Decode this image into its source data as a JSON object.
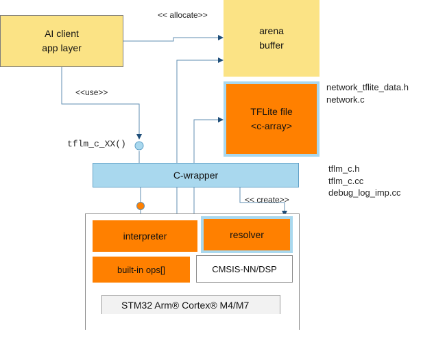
{
  "client": {
    "line1": "AI client",
    "line2": "app layer"
  },
  "arena": {
    "line1": "arena",
    "line2": "buffer"
  },
  "tflite": {
    "line1": "TFLite file",
    "line2": "<c-array>"
  },
  "wrapper": {
    "label": "C-wrapper"
  },
  "interpreter": {
    "label": "interpreter"
  },
  "resolver": {
    "label": "resolver"
  },
  "builtin_ops": {
    "label": "built-in ops[]"
  },
  "cmsis": {
    "label": "CMSIS-NN/DSP"
  },
  "stm32": {
    "label": "STM32 Arm® Cortex® M4/M7"
  },
  "annotations": {
    "allocate": "<< allocate>>",
    "use": "<<use>>",
    "create": "<< create>>",
    "api_call": "tflm_c_XX()"
  },
  "files": {
    "network": [
      "network_tflite_data.h",
      "network.c"
    ],
    "wrapper": [
      "tflm_c.h",
      "tflm_c.cc",
      "debug_log_imp.cc"
    ]
  },
  "colors": {
    "yellow": "#fbe385",
    "orange": "#ff8000",
    "blue": "#a9d8ee",
    "line": "#5f8db0",
    "arrow": "#1f4e79"
  }
}
